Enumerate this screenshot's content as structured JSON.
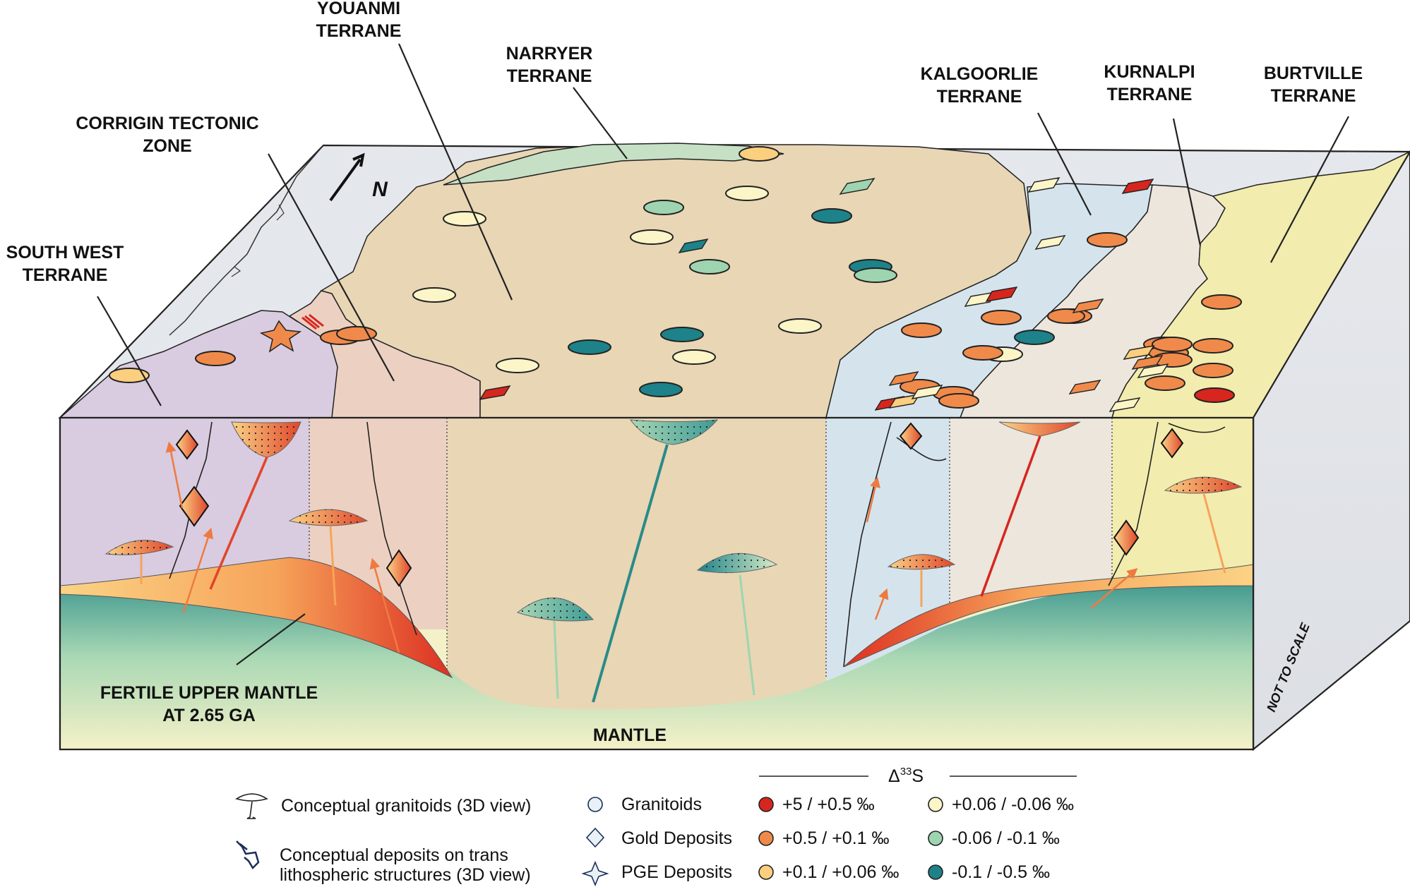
{
  "terranes": {
    "youanmi": [
      "YOUANMI",
      "TERRANE"
    ],
    "narryer": [
      "NARRYER",
      "TERRANE"
    ],
    "corrigin": [
      "CORRIGIN TECTONIC",
      "ZONE"
    ],
    "kalgoorlie": [
      "KALGOORLIE",
      "TERRANE"
    ],
    "kurnalpi": [
      "KURNALPI",
      "TERRANE"
    ],
    "burtville": [
      "BURTVILLE",
      "TERRANE"
    ],
    "south_west": [
      "SOUTH WEST",
      "TERRANE"
    ]
  },
  "labels": {
    "north": "N",
    "mantle_fertile": [
      "FERTILE UPPER MANTLE",
      "AT 2.65 GA"
    ],
    "mantle": "MANTLE",
    "not_to_scale": "NOT TO SCALE"
  },
  "legend": {
    "delta_label": "Δ",
    "delta_sup": "33",
    "delta_suffix": "S",
    "granitoids_3d": "Conceptual granitoids (3D view)",
    "deposits_3d": [
      "Conceptual deposits on trans",
      "lithospheric structures (3D view)"
    ],
    "granitoids": "Granitoids",
    "gold": "Gold Deposits",
    "pge": "PGE Deposits",
    "classes": [
      {
        "label": "+5 / +0.5 ‰",
        "color": "#d7261e"
      },
      {
        "label": "+0.5 / +0.1 ‰",
        "color": "#f08a4b"
      },
      {
        "label": "+0.1 / +0.06 ‰",
        "color": "#fbcf7e"
      },
      {
        "label": "+0.06 / -0.06 ‰",
        "color": "#fbf5c8"
      },
      {
        "label": "-0.06 / -0.1 ‰",
        "color": "#9ed5b0"
      },
      {
        "label": "-0.1 / -0.5 ‰",
        "color": "#1d8289"
      }
    ]
  },
  "colors": {
    "purple_terrane": "#d9cbe0",
    "corrigin": "#ecd0c2",
    "youanmi": "#e8d6b5",
    "narryer": "#c6e0c6",
    "kalgoorlie": "#d5e4ec",
    "kurnalpi": "#ece6dc",
    "burtville": "#f2ecae",
    "ocean": "#e4e7ec"
  }
}
